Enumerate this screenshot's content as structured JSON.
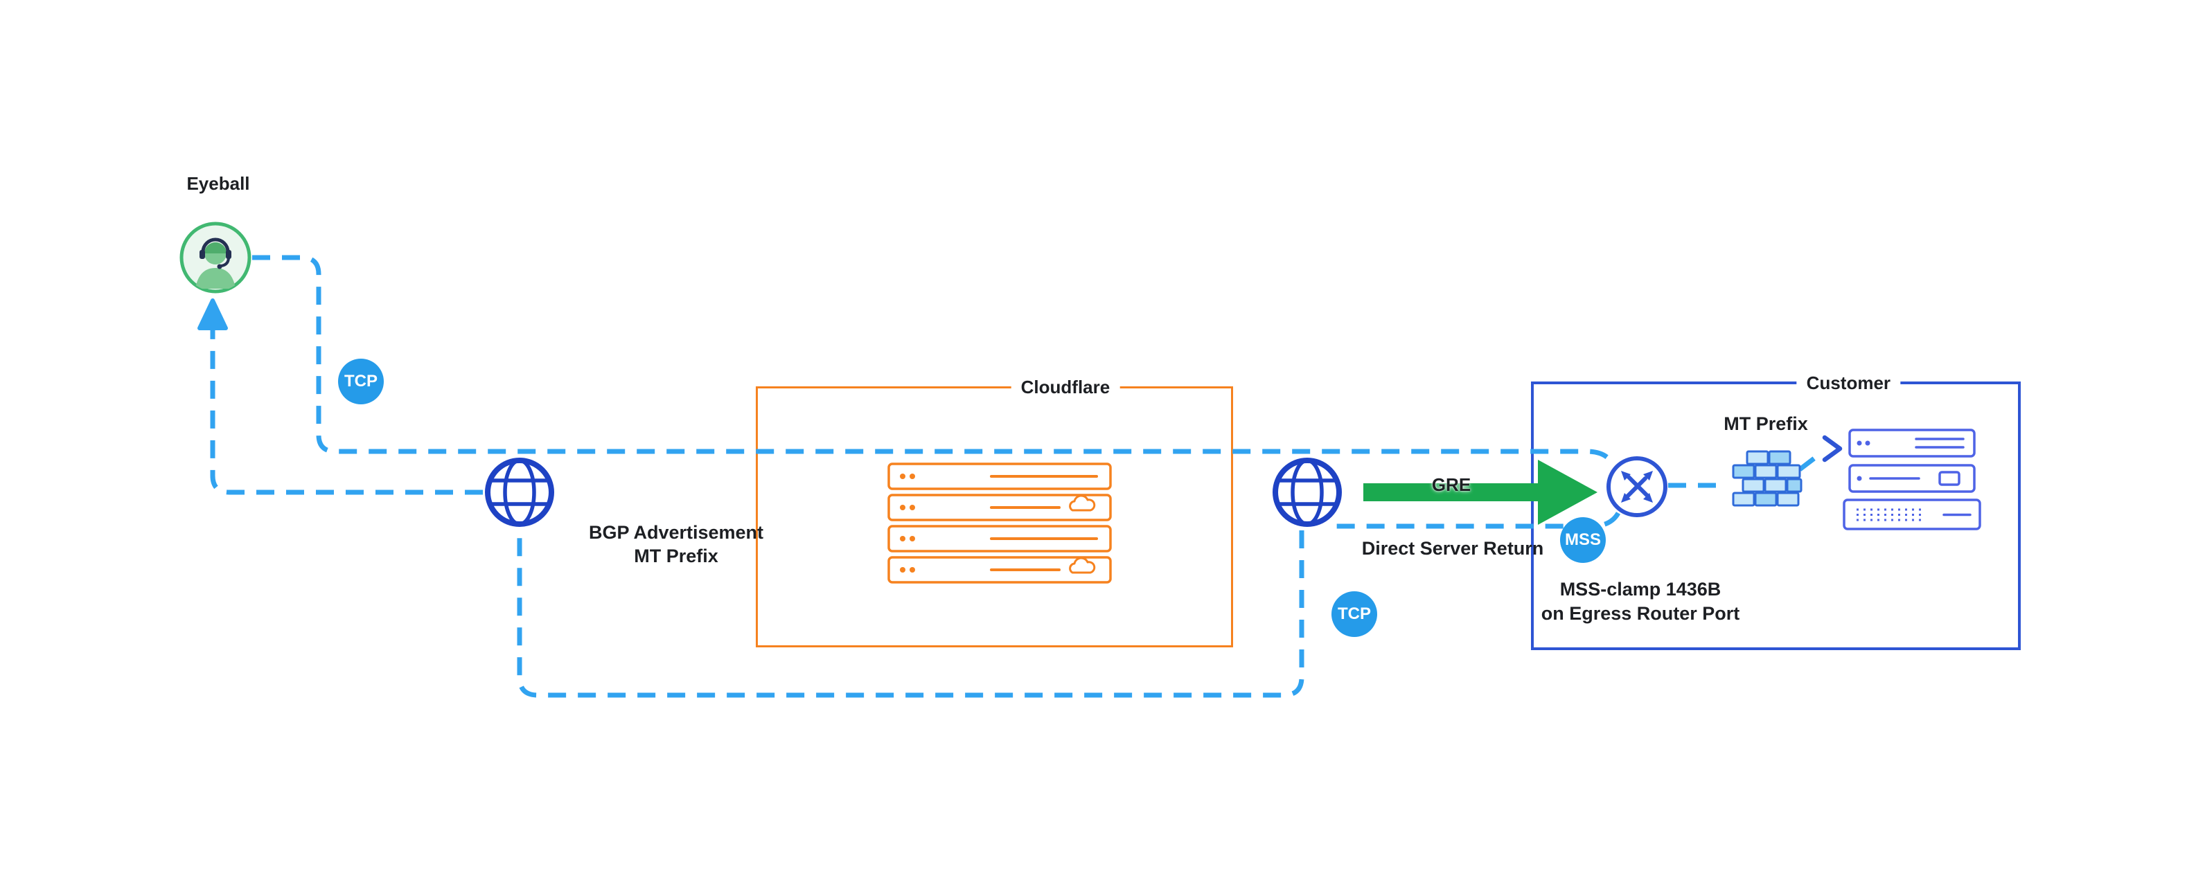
{
  "eyeball": {
    "label": "Eyeball"
  },
  "badges": {
    "tcp_left": "TCP",
    "tcp_right": "TCP",
    "mss": "MSS"
  },
  "boxes": {
    "cloudflare": {
      "title": "Cloudflare"
    },
    "customer": {
      "title": "Customer"
    }
  },
  "annotations": {
    "bgp": {
      "line1": "BGP Advertisement",
      "line2": "MT Prefix"
    },
    "gre": "GRE",
    "direct_server_return": "Direct Server Return",
    "mss_clamp": {
      "line1": "MSS-clamp 1436B",
      "line2": "on Egress Router Port"
    },
    "mt_prefix": "MT Prefix"
  },
  "icons": {
    "eyeball_user": "headset-user-icon",
    "internet_left": "globe-icon",
    "internet_right": "globe-icon",
    "cloudflare_data_center": "server-stack-icon",
    "router": "router-icon",
    "firewall": "firewall-brick-icon",
    "customer_servers": "server-stack-icon",
    "return_arrow": "arrow-up-icon",
    "gre_arrow": "arrow-right-icon",
    "ingress_chevron": "chevron-right-icon"
  },
  "colors": {
    "dash_blue": "#31A3F0",
    "badge_blue": "#259BE9",
    "globe_navy": "#1E42C4",
    "cloudflare_orange": "#F6821F",
    "customer_blue": "#2E55D4",
    "server_indigo": "#4E63E6",
    "arrow_green": "#1BA94F",
    "firewall_fill": "#C5E6FA",
    "firewall_fill_dark": "#9BD4F5",
    "avatar_green": "#41B871",
    "text_dark": "#1D1F23"
  }
}
